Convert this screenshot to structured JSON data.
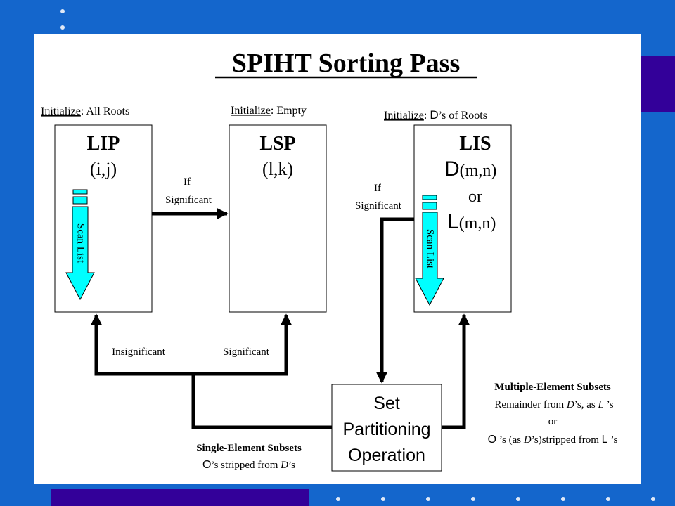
{
  "title": "SPIHT Sorting Pass",
  "init_word": "Initialize",
  "lip": {
    "init_rest": ": All Roots",
    "name": "LIP",
    "coords": "(i,j)"
  },
  "lsp": {
    "init_rest": ": Empty",
    "name": "LSP",
    "coords": "(l,k)"
  },
  "lis": {
    "init_d": "D",
    "init_rest": "’s of Roots",
    "name": "LIS",
    "d_letter": "D",
    "d_coords": "(m,n)",
    "or": "or",
    "l_letter": "L",
    "l_coords": "(m,n)"
  },
  "scan_list": "Scan List",
  "if_word": "If",
  "significant_word": "Significant",
  "insignificant": "Insignificant",
  "significant_label": "Significant",
  "set_partitioning": {
    "line1": "Set",
    "line2": "Partitioning",
    "line3": "Operation"
  },
  "single": {
    "title": "Single-Element Subsets",
    "o": "O",
    "mid": "’s stripped from ",
    "d": "D",
    "end": "’s"
  },
  "multiple": {
    "title": "Multiple-Element Subsets",
    "l1_a": "Remainder from ",
    "l1_d": "D",
    "l1_b": "’s, as ",
    "l1_l": "L",
    "l1_c": " ’s",
    "or": "or",
    "l3_o": "O",
    "l3_a": " ’s (as ",
    "l3_d": "D",
    "l3_b": "’s)stripped from ",
    "l3_l": "L",
    "l3_c": " ’s"
  },
  "colors": {
    "background": "#1466cc",
    "accent_bar": "#330099",
    "arrow_fill": "#00ffff",
    "line": "#000000"
  }
}
